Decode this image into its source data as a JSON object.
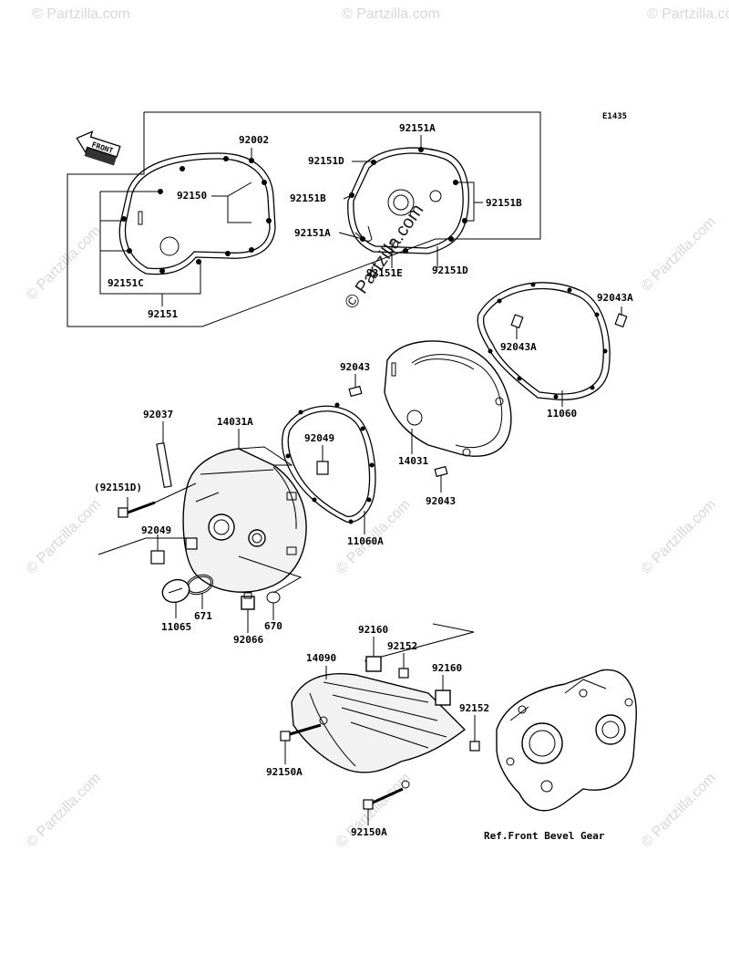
{
  "diagram": {
    "code": "E1435",
    "front_label": "FRONT",
    "reference": "Ref.Front Bevel Gear",
    "watermark": "© Partzilla.com",
    "watermark_small": "© Partzilla.com",
    "labels": {
      "p92002": "92002",
      "p92150": "92150",
      "p92151C": "92151C",
      "p92151": "92151",
      "p92151A_top": "92151A",
      "p92151D_left": "92151D",
      "p92151B_left": "92151B",
      "p92151B_right": "92151B",
      "p92151A_bottom": "92151A",
      "p92151E": "92151E",
      "p92151D_bottom": "92151D",
      "p92043A_right": "92043A",
      "p92043A_mid": "92043A",
      "p92043_top": "92043",
      "p11060": "11060",
      "p14031": "14031",
      "p92043_bottom": "92043",
      "p92037": "92037",
      "p14031A": "14031A",
      "p92049_top": "92049",
      "p92151D_paren": "(92151D)",
      "p92049_left": "92049",
      "p11060A": "11060A",
      "p671": "671",
      "p11065": "11065",
      "p92066": "92066",
      "p670": "670",
      "p92160_top": "92160",
      "p92152_top": "92152",
      "p14090": "14090",
      "p92160_right": "92160",
      "p92152_right": "92152",
      "p92150A_top": "92150A",
      "p92150A_bottom": "92150A"
    }
  }
}
